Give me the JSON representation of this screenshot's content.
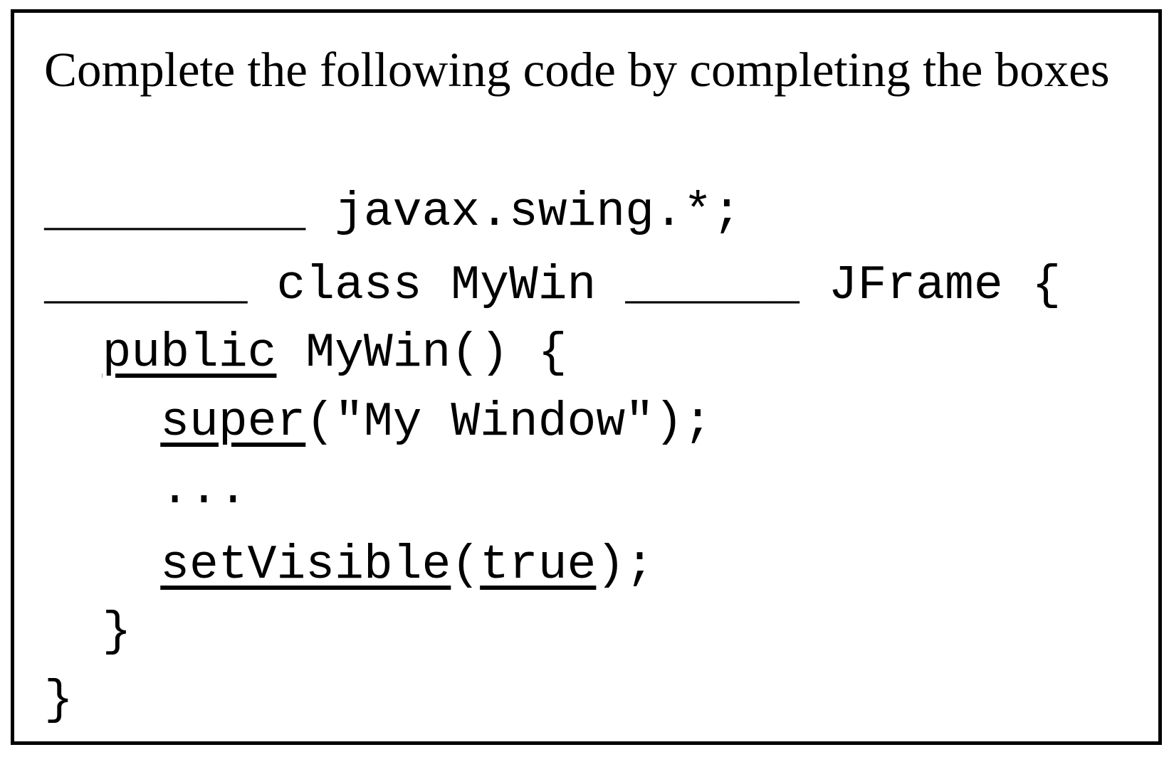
{
  "title": "Complete the following code by completing the boxes",
  "colors": {
    "text": "#000000",
    "border": "#000000",
    "background": "#ffffff"
  },
  "code": {
    "language": "java",
    "lines": [
      {
        "segments": [
          {
            "t": "blank",
            "ch": 9
          },
          {
            "t": "text",
            "v": " javax.swing.*;"
          }
        ]
      },
      {
        "segments": [
          {
            "t": "blank",
            "ch": 7
          },
          {
            "t": "text",
            "v": " class MyWin "
          },
          {
            "t": "blank",
            "ch": 6
          },
          {
            "t": "text",
            "v": " JFrame {"
          }
        ]
      },
      {
        "segments": [
          {
            "t": "text",
            "v": "  "
          },
          {
            "t": "answer",
            "v": "public"
          },
          {
            "t": "text",
            "v": " MyWin() {"
          }
        ]
      },
      {
        "segments": [
          {
            "t": "text",
            "v": "    "
          },
          {
            "t": "answer",
            "v": "super"
          },
          {
            "t": "text",
            "v": "(\"My Window\");"
          }
        ]
      },
      {
        "segments": [
          {
            "t": "text",
            "v": "    ..."
          }
        ]
      },
      {
        "segments": [
          {
            "t": "text",
            "v": "    "
          },
          {
            "t": "answer",
            "v": "setVisible"
          },
          {
            "t": "text",
            "v": "("
          },
          {
            "t": "answer",
            "v": "true"
          },
          {
            "t": "text",
            "v": ");"
          }
        ]
      },
      {
        "segments": [
          {
            "t": "text",
            "v": "  }"
          }
        ]
      },
      {
        "segments": [
          {
            "t": "text",
            "v": "}"
          }
        ]
      }
    ]
  }
}
